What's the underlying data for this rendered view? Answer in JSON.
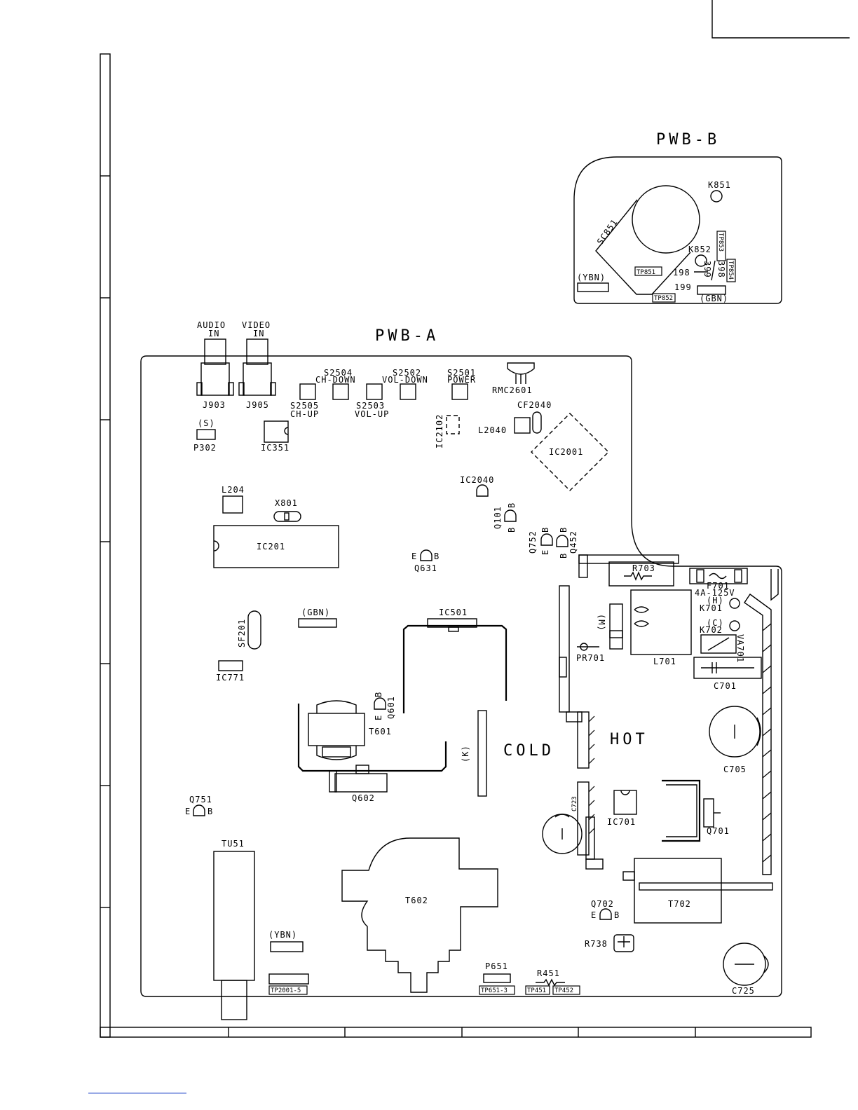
{
  "boards": {
    "pwb_a": "PWB-A",
    "pwb_b": "PWB-B"
  },
  "zones": {
    "cold": "COLD",
    "hot": "HOT"
  },
  "inputs": {
    "audio_in_line1": "AUDIO",
    "audio_in_line2": "IN",
    "video_in_line1": "VIDEO",
    "video_in_line2": "IN"
  },
  "switches": {
    "s2504": "S2504",
    "ch_down": "CH-DOWN",
    "s2502": "S2502",
    "vol_down": "VOL-DOWN",
    "s2501": "S2501",
    "power": "POWER",
    "s2505": "S2505",
    "ch_up": "CH-UP",
    "s2503": "S2503",
    "vol_up": "VOL-UP"
  },
  "pwb_b_parts": {
    "k851": "K851",
    "sc851": "SC851",
    "k852": "K852",
    "ybn": "(YBN)",
    "gbn": "(GBN)",
    "tp851": "TP851",
    "tp852": "TP852",
    "tp853": "TP853",
    "tp854": "TP854",
    "n198": "198",
    "n199": "199",
    "n399": "399",
    "n398": "398"
  },
  "parts": {
    "j903": "J903",
    "j905": "J905",
    "rmc2601": "RMC2601",
    "cf2040": "CF2040",
    "l2040": "L2040",
    "ic2102": "IC2102",
    "ic2001": "IC2001",
    "s_conn": "(S)",
    "p302": "P302",
    "ic351": "IC351",
    "ic2040": "IC2040",
    "l204": "L204",
    "x801": "X801",
    "ic201": "IC201",
    "q101": "Q101",
    "q752": "Q752",
    "q452": "Q452",
    "q631": "Q631",
    "r703": "R703",
    "f701": "F701",
    "f701_rating": "4A-125V",
    "h_conn": "(H)",
    "k701": "K701",
    "c_conn": "(C)",
    "k702": "K702",
    "va701": "VA701",
    "m_conn": "(M)",
    "pr701": "PR701",
    "l701": "L701",
    "c701": "C701",
    "gbn": "(GBN)",
    "ic501": "IC501",
    "sf201": "SF201",
    "ic771": "IC771",
    "q601": "Q601",
    "t601": "T601",
    "k_conn": "(K)",
    "c705": "C705",
    "q602": "Q602",
    "q751": "Q751",
    "ic701": "IC701",
    "c723": "C723",
    "q701": "Q701",
    "tu51": "TU51",
    "t602": "T602",
    "t702": "T702",
    "q702": "Q702",
    "r738": "R738",
    "ybn": "(YBN)",
    "p651": "P651",
    "r451": "R451",
    "c725": "C725",
    "tp2001_5": "TP2001-5",
    "tp651_3": "TP651-3",
    "tp451": "TP451",
    "tp452": "TP452"
  },
  "pins": {
    "e": "E",
    "b": "B"
  }
}
